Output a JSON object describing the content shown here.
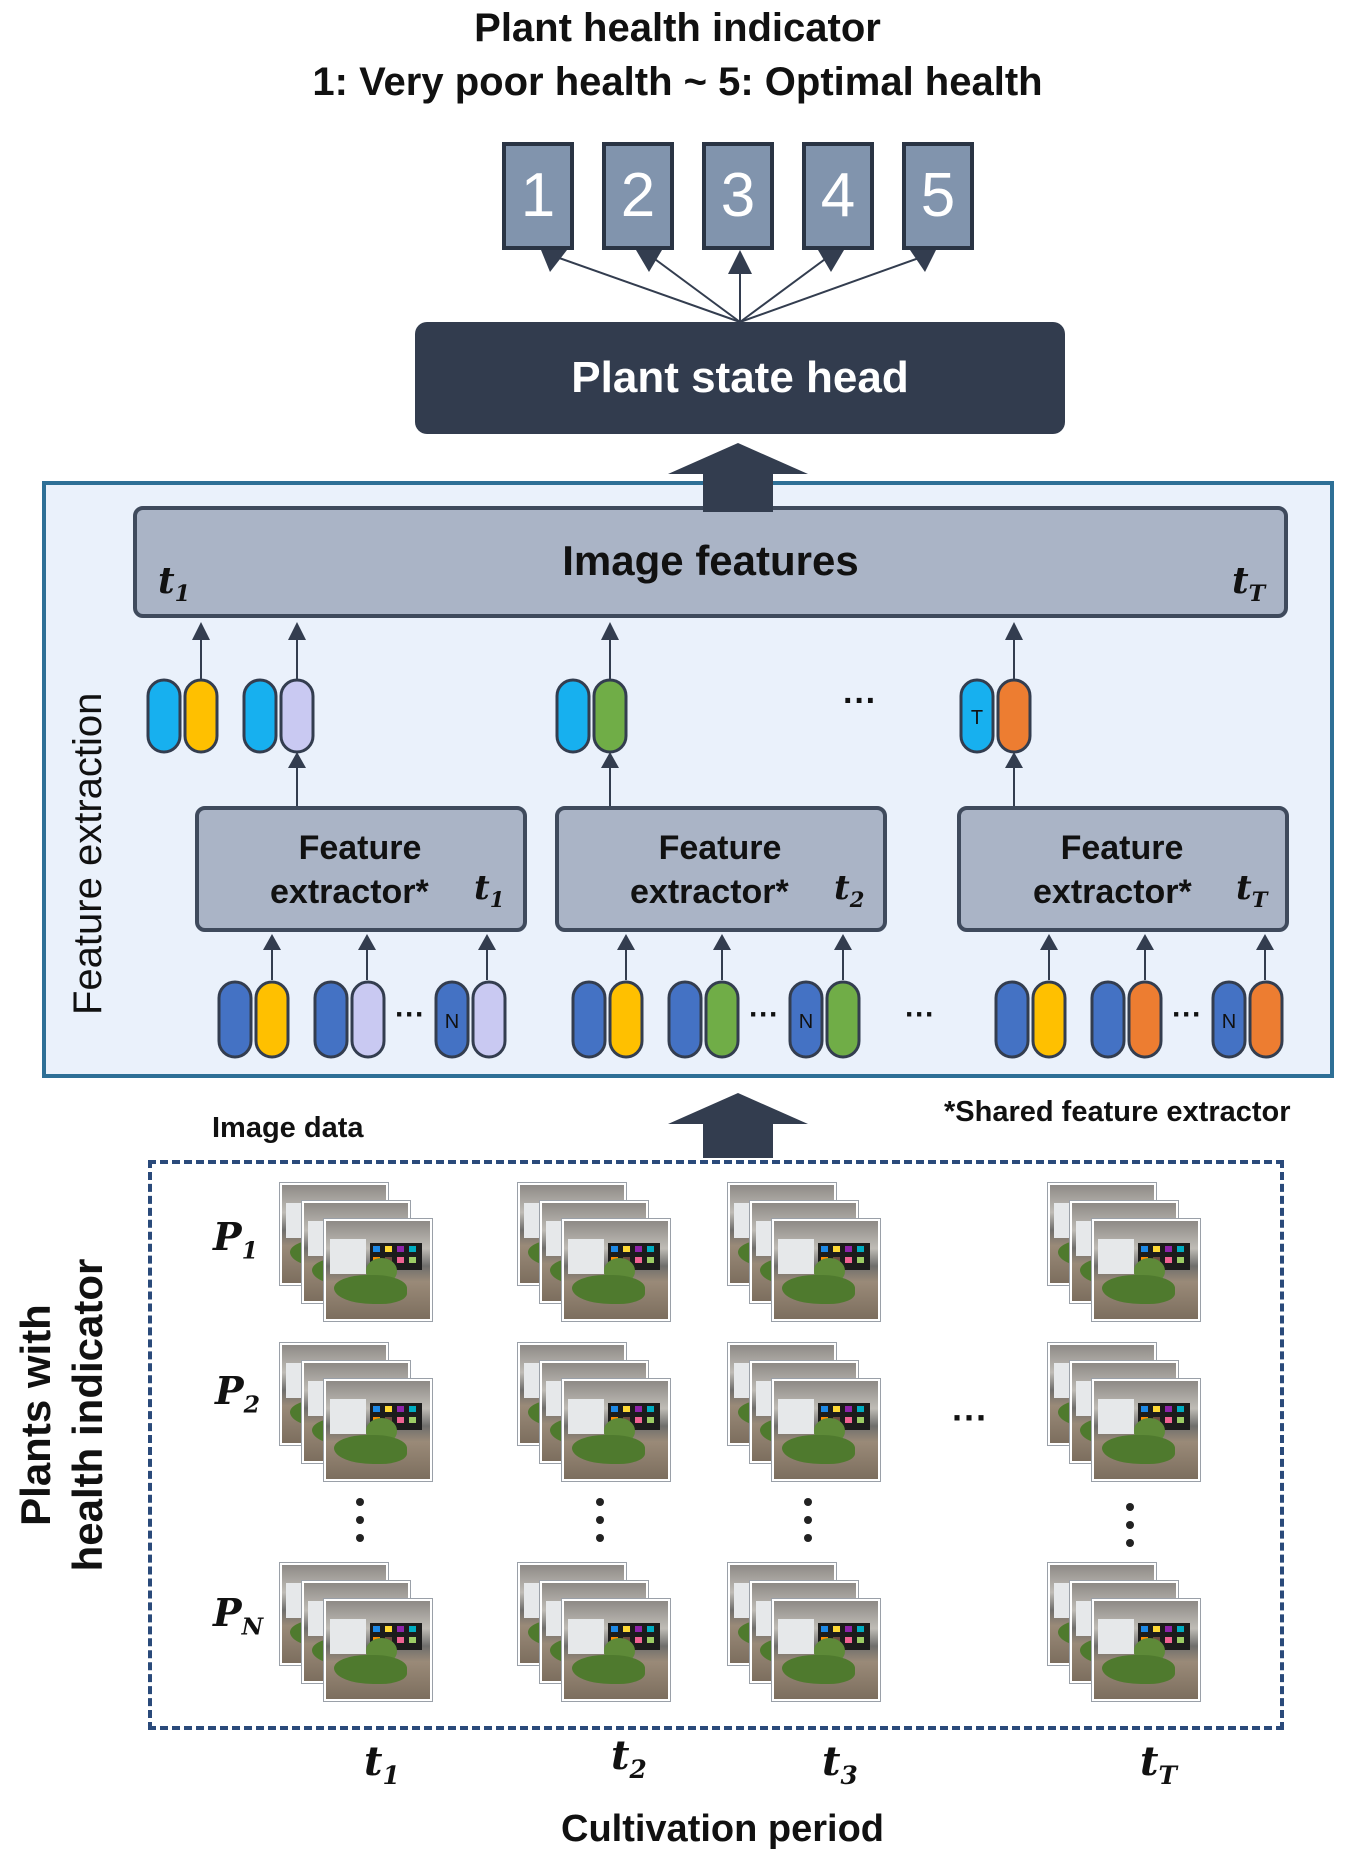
{
  "title": {
    "line1": "Plant health indicator",
    "line2": "1: Very poor health ~ 5: Optimal health"
  },
  "classes": [
    "1",
    "2",
    "3",
    "4",
    "5"
  ],
  "head_label": "Plant state head",
  "feature_extraction": {
    "section_label": "Feature extraction",
    "image_features_label": "Image features",
    "extractors": [
      {
        "line1": "Feature",
        "line2": "extractor*",
        "time": "t",
        "time_sub": "1"
      },
      {
        "line1": "Feature",
        "line2": "extractor*",
        "time": "t",
        "time_sub": "2"
      },
      {
        "line1": "Feature",
        "line2": "extractor*",
        "time": "t",
        "time_sub": "T"
      }
    ],
    "token_markers": {
      "n": "N",
      "t": "T"
    },
    "ellipsis": "···"
  },
  "time_labels": {
    "start": {
      "t": "t",
      "sub": "1"
    },
    "end": {
      "t": "t",
      "sub": "T"
    }
  },
  "shared_note": "*Shared feature extractor",
  "image_data_label": "Image data",
  "plants_label": {
    "line1": "Plants with",
    "line2": "health indicator"
  },
  "plant_rows": [
    {
      "p": "P",
      "sub": "1"
    },
    {
      "p": "P",
      "sub": "2"
    },
    {
      "p": "P",
      "sub": "N"
    }
  ],
  "timepoints": [
    {
      "t": "t",
      "sub": "1"
    },
    {
      "t": "t",
      "sub": "2"
    },
    {
      "t": "t",
      "sub": "3"
    },
    {
      "t": "t",
      "sub": "T"
    }
  ],
  "x_axis_label": "Cultivation period",
  "colors": {
    "dark_blue": "#4472c4",
    "light_blue": "#17b0ef",
    "yellow": "#ffc000",
    "lavender": "#c9c9f2",
    "green": "#70ad47",
    "orange": "#ed7d31",
    "head_bg": "#323c4e",
    "box_bg": "#aab4c6",
    "panel_bg": "#eaf1fb",
    "panel_border": "#2e6f96"
  },
  "icons": [
    "arrow-up-icon",
    "plant-photo-icon",
    "vertical-ellipsis-icon",
    "horizontal-ellipsis-icon"
  ]
}
